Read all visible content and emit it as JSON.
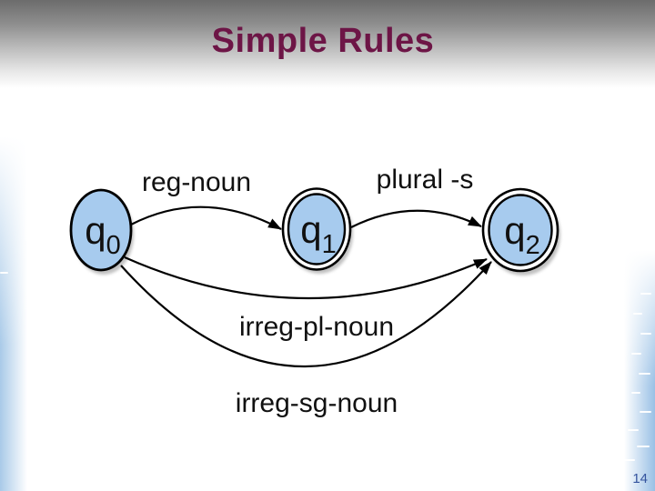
{
  "slide": {
    "title": "Simple Rules",
    "page_number": "14"
  },
  "theme": {
    "title_color": "#6d1546",
    "state_fill": "#a7cbee",
    "line_color": "#000000",
    "page_number_color": "#35549e",
    "accent_blue": "#a6c9e8",
    "top_gradient_gray": "#6c6c6c"
  },
  "diagram": {
    "type": "finite-state-automaton",
    "states": [
      {
        "id": "q0",
        "symbol": "q",
        "subscript": "0",
        "shape": "single-circle"
      },
      {
        "id": "q1",
        "symbol": "q",
        "subscript": "1",
        "shape": "double-circle"
      },
      {
        "id": "q2",
        "symbol": "q",
        "subscript": "2",
        "shape": "double-circle"
      }
    ],
    "transitions": [
      {
        "from": "q0",
        "to": "q1",
        "label": "reg-noun"
      },
      {
        "from": "q1",
        "to": "q2",
        "label": "plural -s"
      },
      {
        "from": "q0",
        "to": "q2",
        "label": "irreg-pl-noun"
      },
      {
        "from": "q0",
        "to": "q2",
        "label": "irreg-sg-noun"
      }
    ]
  }
}
